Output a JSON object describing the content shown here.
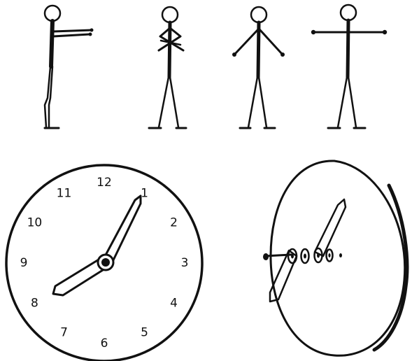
{
  "figures": [
    {
      "pose": "arms-forward",
      "view": "side"
    },
    {
      "pose": "arms-crossed",
      "view": "front"
    },
    {
      "pose": "arms-down-angled",
      "view": "front"
    },
    {
      "pose": "arms-outstretched",
      "view": "front"
    }
  ],
  "clock_face": {
    "numerals": [
      "12",
      "1",
      "2",
      "3",
      "4",
      "5",
      "6",
      "7",
      "8",
      "9",
      "10",
      "11"
    ],
    "hour_hand_points_to": "8",
    "minute_hand_points_to": "1",
    "view": "front"
  },
  "clock_side": {
    "view": "oblique"
  },
  "ink_color": "#111111",
  "paper_color": "#ffffff"
}
